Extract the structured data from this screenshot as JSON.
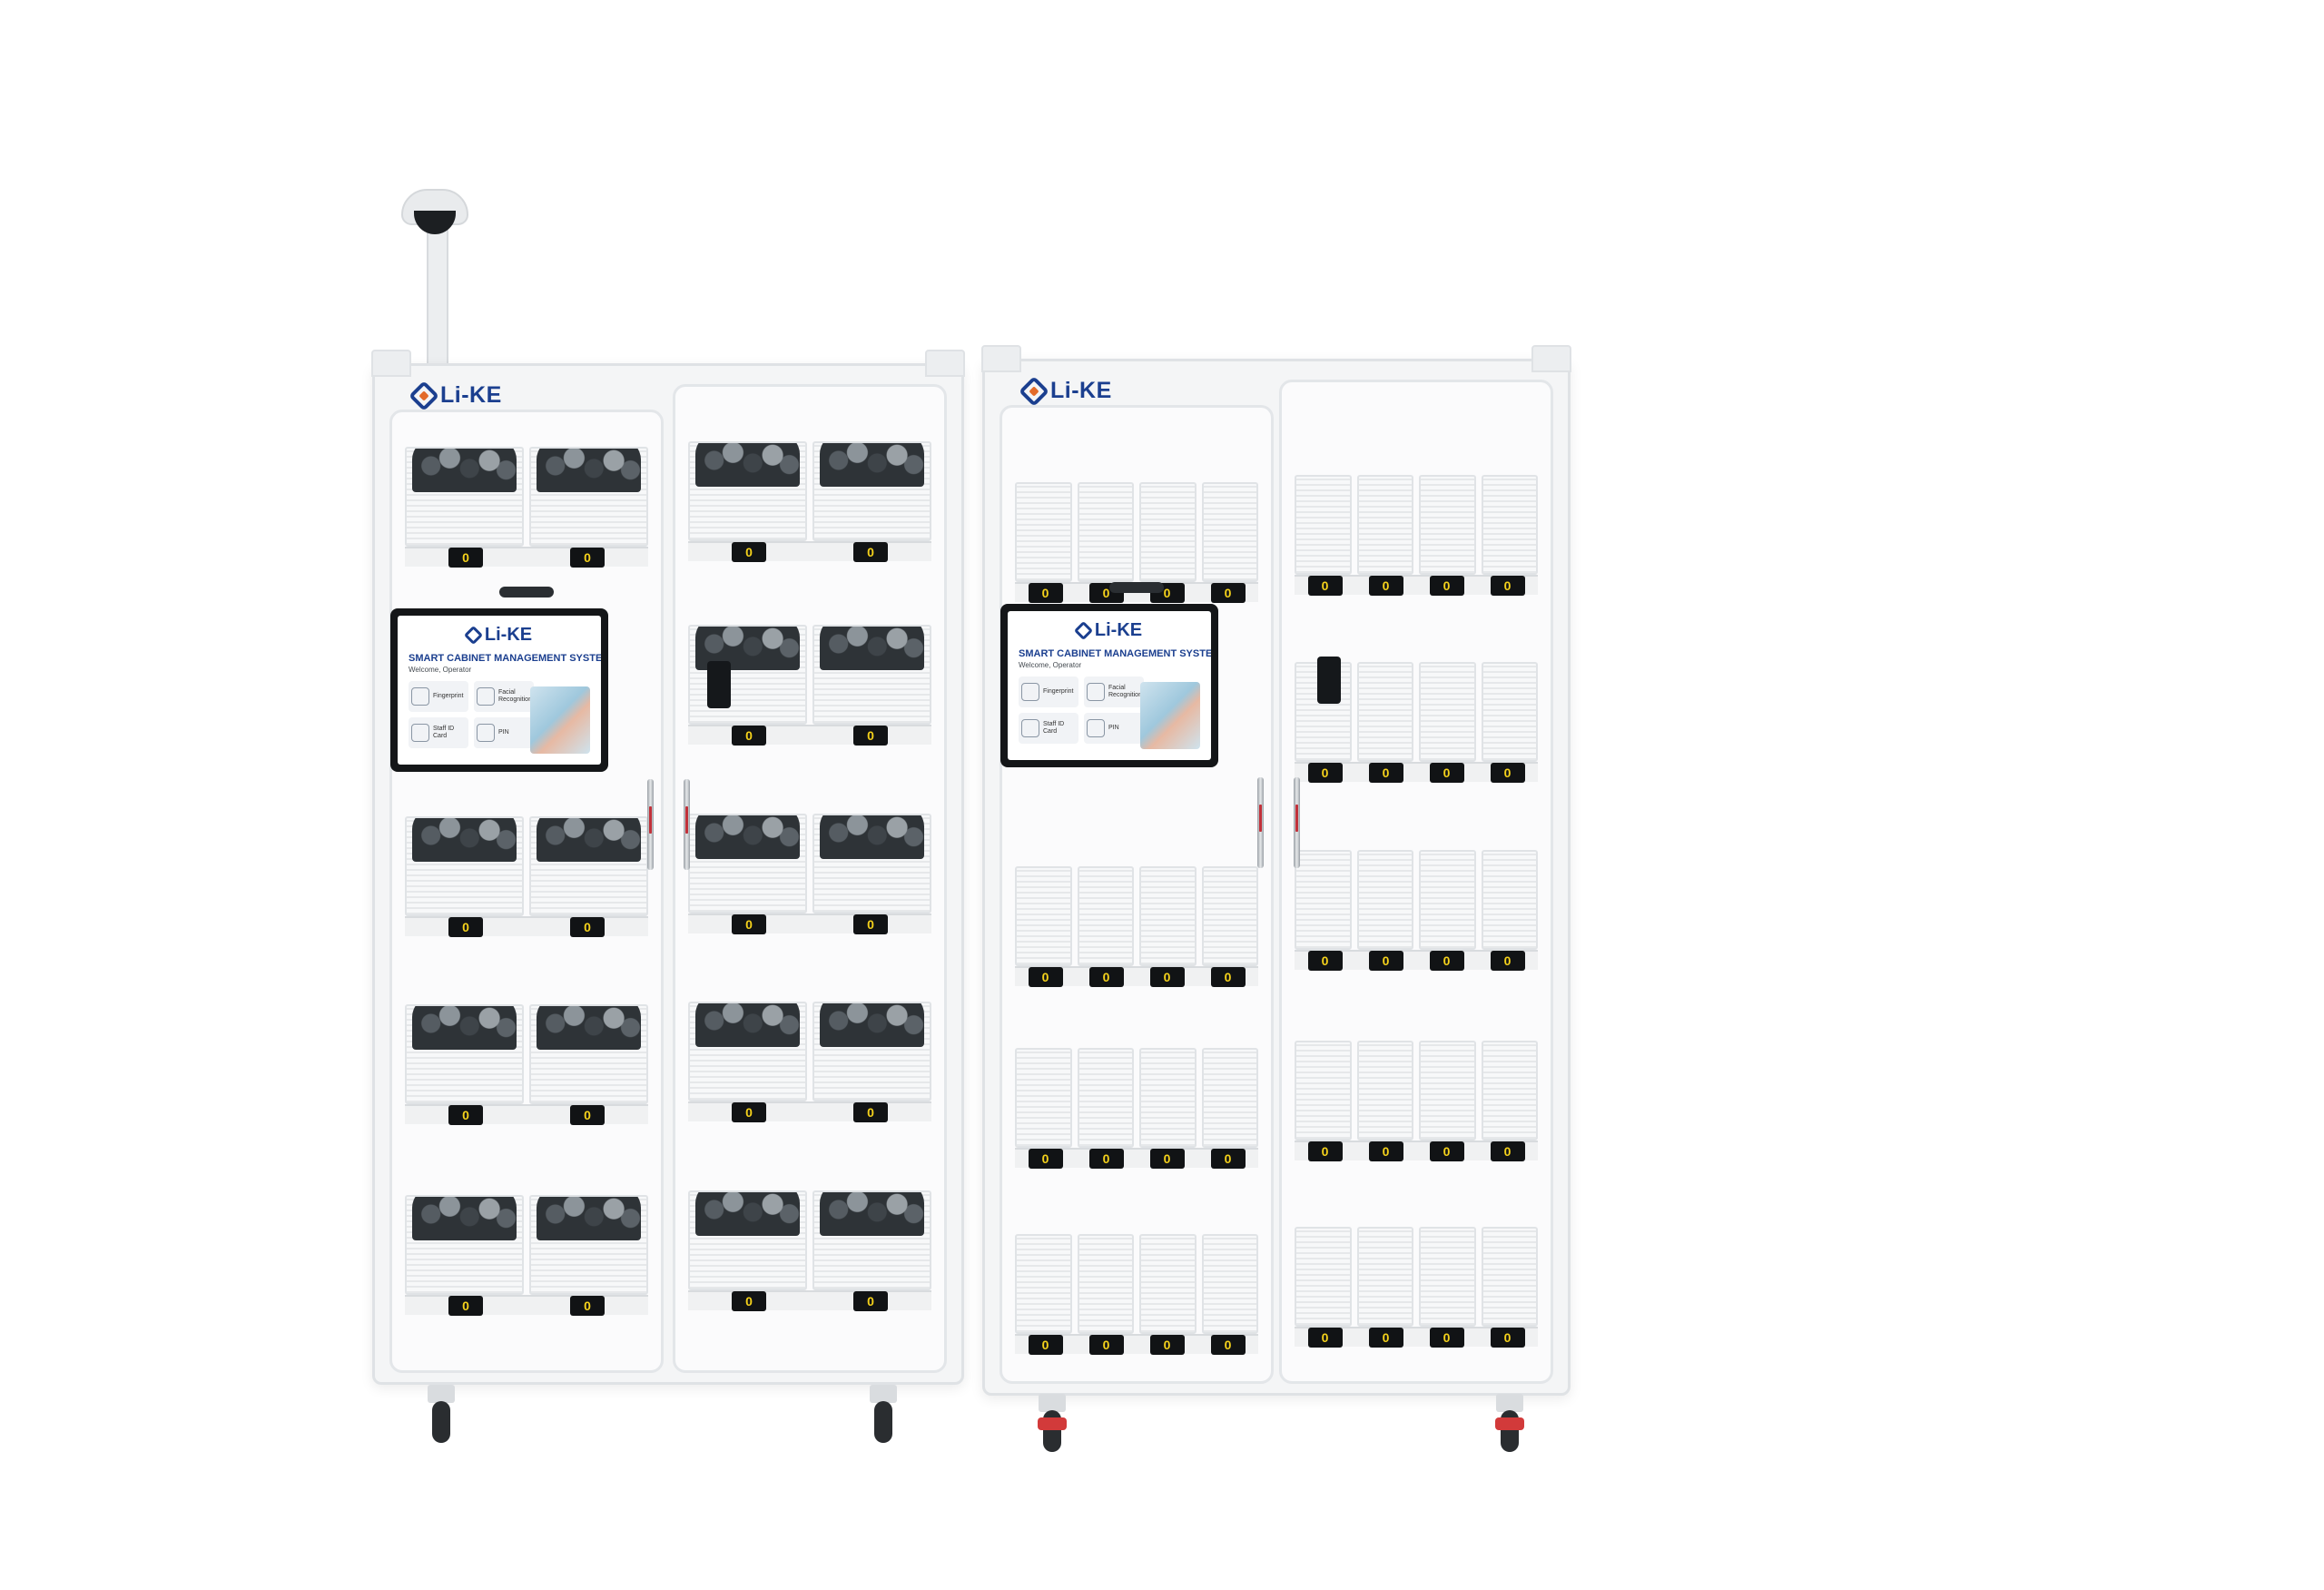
{
  "brand": {
    "name": "Li-KE",
    "primary_color": "#1b3f8f",
    "accent_color": "#e36b2a"
  },
  "screen": {
    "title": "SMART CABINET MANAGEMENT SYSTEM",
    "welcome": "Welcome, Operator",
    "options": [
      {
        "label": "Fingerprint",
        "icon": "fingerprint-icon"
      },
      {
        "label": "Facial Recognition",
        "icon": "face-icon"
      },
      {
        "label": "Staff ID Card",
        "icon": "id-card-icon"
      },
      {
        "label": "PIN",
        "icon": "keypad-icon"
      }
    ]
  },
  "counter_value": "0",
  "counter_color": "#f5d21b"
}
